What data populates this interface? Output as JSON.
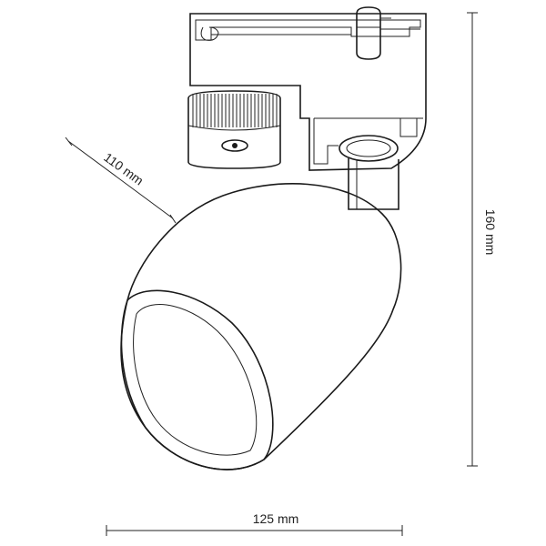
{
  "dimensions": {
    "depth": "110 mm",
    "height": "160 mm",
    "width": "125 mm"
  },
  "colors": {
    "line": "#1a1a1a",
    "background": "#ffffff"
  }
}
